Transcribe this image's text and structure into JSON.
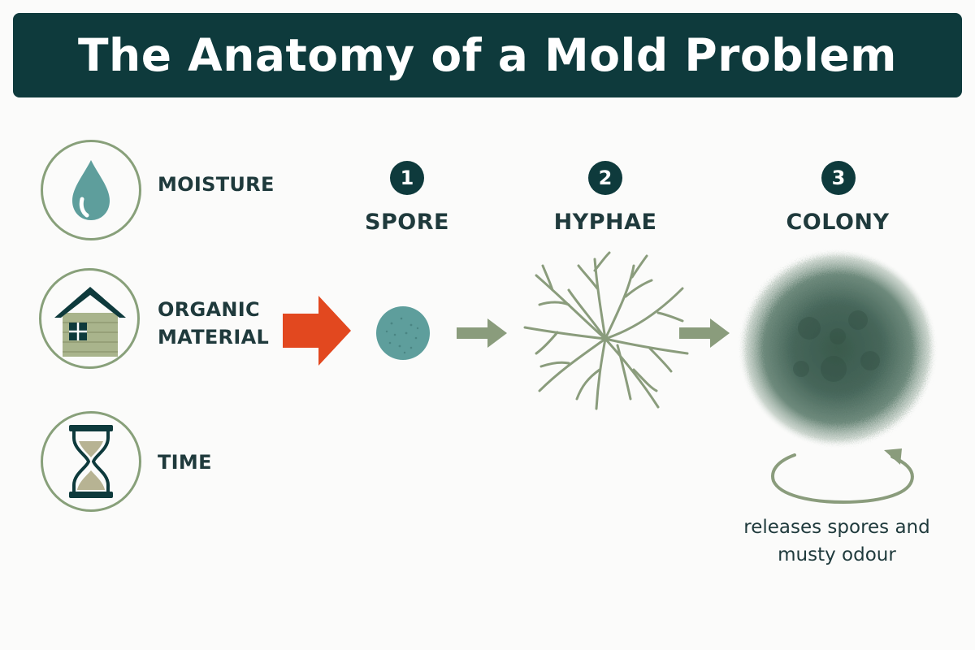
{
  "title": "The Anatomy of a Mold Problem",
  "factors": [
    {
      "label_lines": [
        "MOISTURE"
      ],
      "icon": "water-drop-icon"
    },
    {
      "label_lines": [
        "ORGANIC",
        "MATERIAL"
      ],
      "icon": "house-icon"
    },
    {
      "label_lines": [
        "TIME"
      ],
      "icon": "hourglass-icon"
    }
  ],
  "steps": [
    {
      "number": "1",
      "title": "SPORE",
      "icon": "spore-icon"
    },
    {
      "number": "2",
      "title": "HYPHAE",
      "icon": "hyphae-icon"
    },
    {
      "number": "3",
      "title": "COLONY",
      "icon": "colony-icon"
    }
  ],
  "cycle_caption_lines": [
    "releases spores and",
    "musty odour"
  ],
  "colors": {
    "banner": "#0e3a3c",
    "circle_outline": "#88a07a",
    "drop": "#5e9e9c",
    "house_wall": "#a9b48c",
    "big_arrow": "#e2481f",
    "small_arrow": "#8a9c7c",
    "colony": "#3d5a4e",
    "text": "#1f3a3c"
  }
}
